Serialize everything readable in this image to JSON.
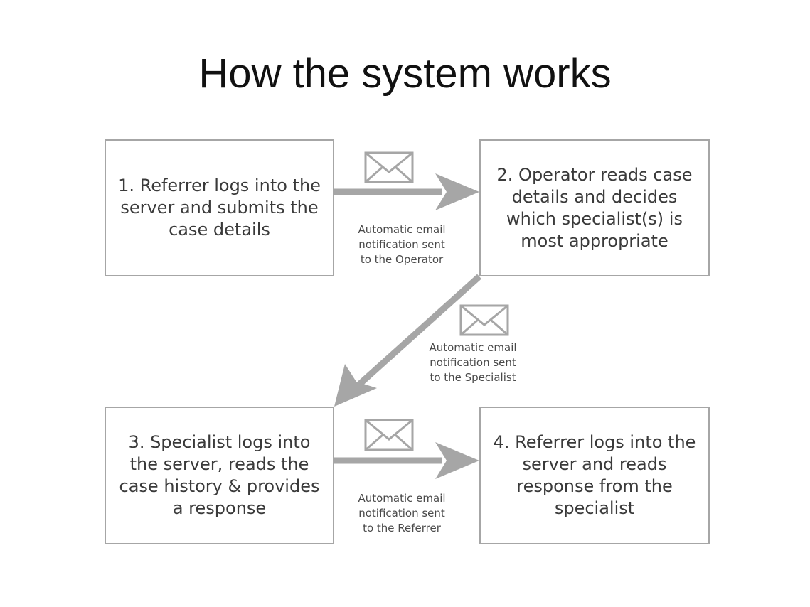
{
  "title": "How the system works",
  "boxes": [
    {
      "text": "1. Referrer logs into the server and submits the case details"
    },
    {
      "text": "2. Operator reads case details and decides which specialist(s) is most appropriate"
    },
    {
      "text": "3. Specialist logs into the server, reads the case history & provides a response"
    },
    {
      "text": "4. Referrer logs into the server and reads response from the specialist"
    }
  ],
  "notifications": [
    {
      "line1": "Automatic email",
      "line2": "notification sent",
      "line3": "to the Operator"
    },
    {
      "line1": "Automatic email",
      "line2": "notification sent",
      "line3": "to the Specialist"
    },
    {
      "line1": "Automatic email",
      "line2": "notification sent",
      "line3": "to the Referrer"
    }
  ],
  "icons": {
    "envelope": "envelope-icon",
    "arrow": "arrow-icon"
  },
  "colors": {
    "arrow": "#a6a6a6",
    "box_border": "#a6a6a6",
    "text": "#3a3a3a"
  }
}
